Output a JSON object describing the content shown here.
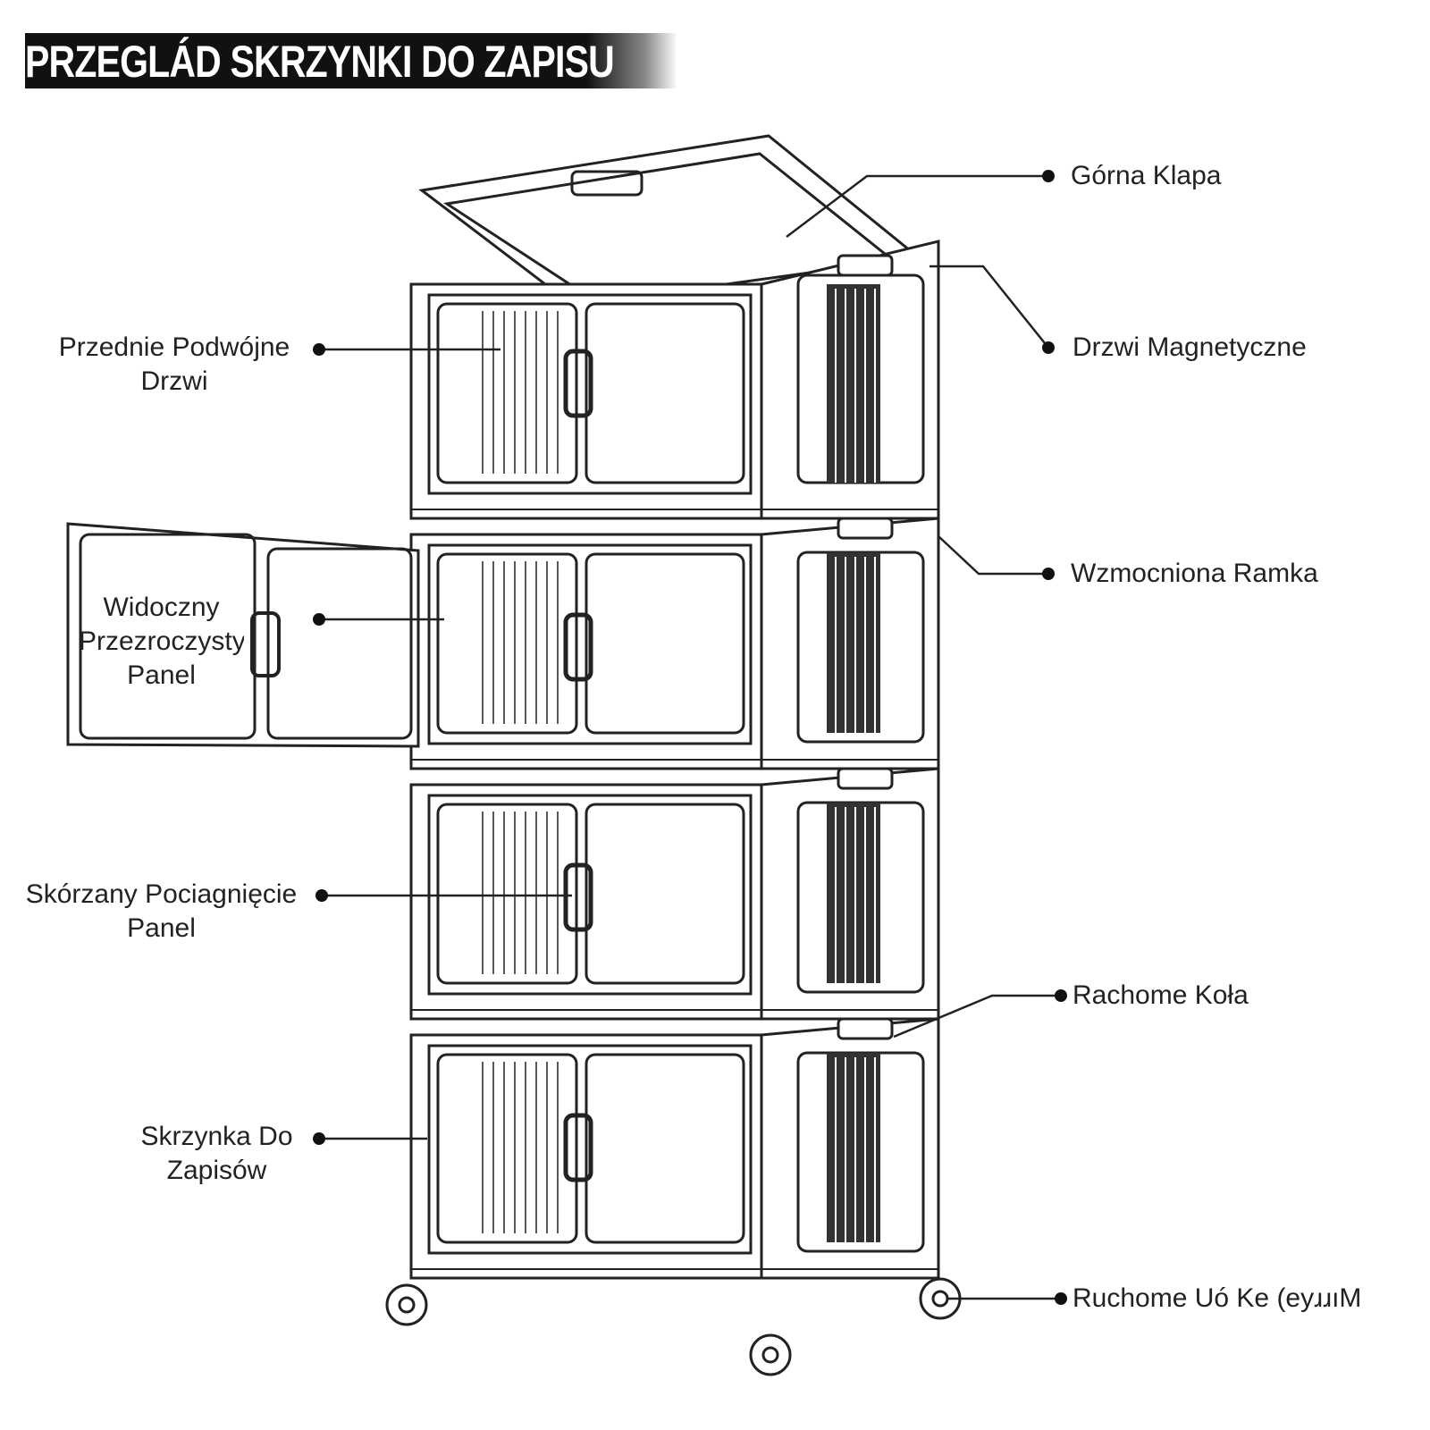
{
  "title": "PRZEGLÁD SKRZYNKI DO ZAPISU",
  "labels": {
    "top_lid": "Górna Klapa",
    "magnetic_doors": "Drzwi Magnetyczne",
    "front_double_doors_1": "Przednie Podwójne",
    "front_double_doors_2": "Drzwi",
    "reinforced_frame": "Wzmocniona Ramka",
    "visible_panel_1": "Widoczny",
    "visible_panel_2": "Przezroczysty",
    "visible_panel_3": "Panel",
    "leather_pull_1": "Skórzany Pociagnięcie",
    "leather_pull_2": "Panel",
    "movable_wheels": "Rachome Koła",
    "storage_box_1": "Skrzynka Do",
    "storage_box_2": "Zapisów",
    "movable_bottom": "Ruchome Uó Ke (eyɹɹıM"
  },
  "colors": {
    "line": "#222222",
    "title_bg": "#111111"
  }
}
